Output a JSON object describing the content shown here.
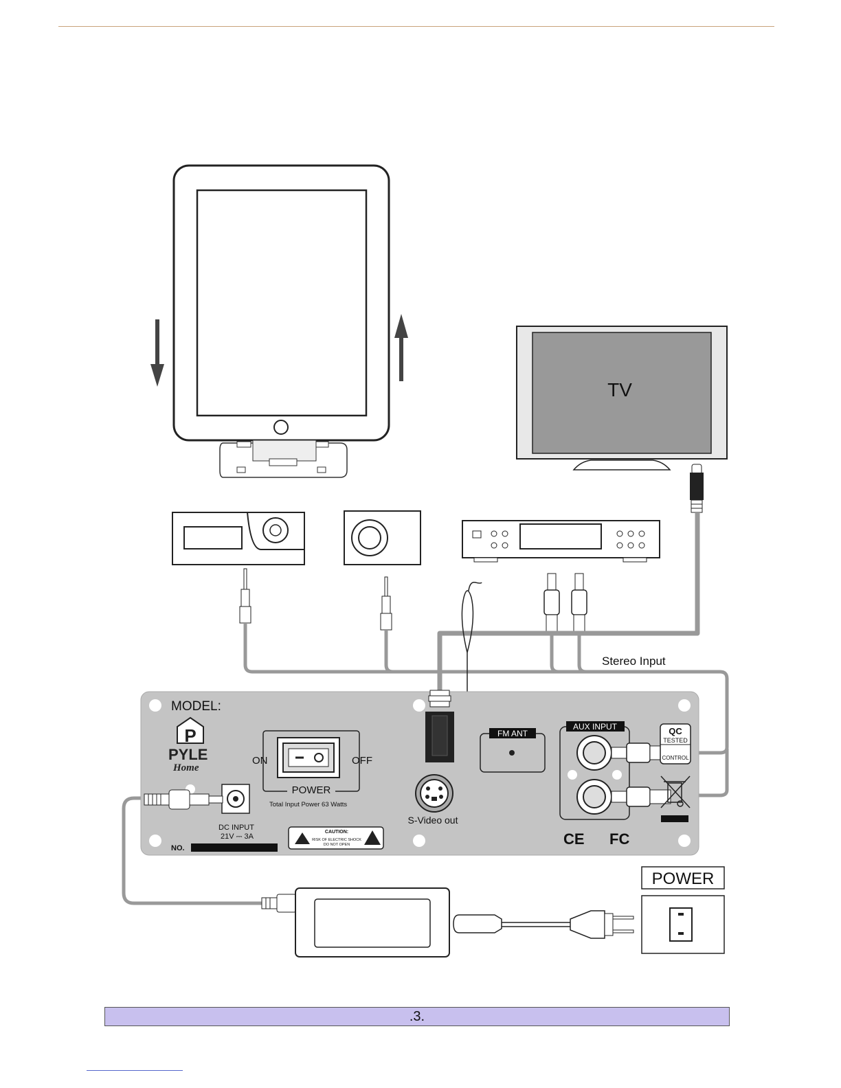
{
  "diagram": {
    "tv_label": "TV",
    "stereo_input_label": "Stereo Input",
    "panel": {
      "model_label": "MODEL:",
      "brand_text": "PYLE Home",
      "on_label": "ON",
      "off_label": "OFF",
      "power_switch_label": "POWER",
      "total_power_text": "Total Input Power 63 Watts",
      "dc_input_label": "DC INPUT",
      "dc_input_spec": "21V ⎓ 3A",
      "no_label": "NO.",
      "caution_title": "CAUTION:",
      "caution_line1": "RISK OF ELECTRIC SHOCK",
      "caution_line2": "DO NOT OPEN",
      "svideo_label": "S-Video out",
      "fm_ant_label": "FM ANT",
      "aux_input_label": "AUX INPUT",
      "qc_label": "QC",
      "qc_tested": "TESTED",
      "qc_control": "CONTROL",
      "ce_mark": "CE",
      "fc_mark": "FC"
    },
    "power_outlet_label": "POWER"
  },
  "footer": {
    "page_number": ".3."
  }
}
